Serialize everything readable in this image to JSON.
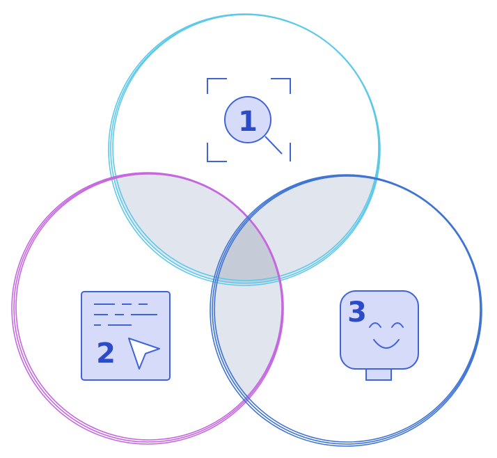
{
  "diagram": {
    "circles": [
      {
        "id": "top",
        "stroke": "#5cc8ea"
      },
      {
        "id": "left",
        "stroke": "#c567e0"
      },
      {
        "id": "right",
        "stroke": "#3f74d4"
      }
    ],
    "overlap_color": "#e1e5ee",
    "center_overlap_color": "#c6cbd8",
    "icon_fill": "#d6dbfa",
    "icon_stroke": "#3f63d8",
    "number_color": "#2b4bc8",
    "icons": [
      {
        "label": "1",
        "icon": "magnifier-icon"
      },
      {
        "label": "2",
        "icon": "document-cursor-icon"
      },
      {
        "label": "3",
        "icon": "smiling-robot-icon"
      }
    ]
  }
}
